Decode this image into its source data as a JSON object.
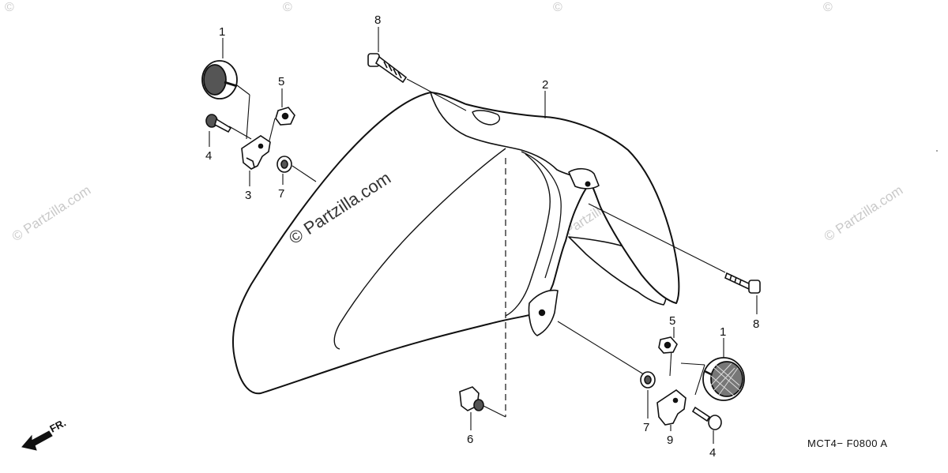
{
  "watermark": {
    "text": "© Partzilla.com",
    "corner_text": "©"
  },
  "diagram_code": "MCT4− F0800 A",
  "direction_label": "FR.",
  "callouts": {
    "c1_top": "1",
    "c1_right": "1",
    "c2": "2",
    "c3": "3",
    "c4_left": "4",
    "c4_right": "4",
    "c5_left": "5",
    "c5_right": "5",
    "c6": "6",
    "c7_left": "7",
    "c7_right": "7",
    "c8_top": "8",
    "c8_right": "8",
    "c9": "9"
  }
}
